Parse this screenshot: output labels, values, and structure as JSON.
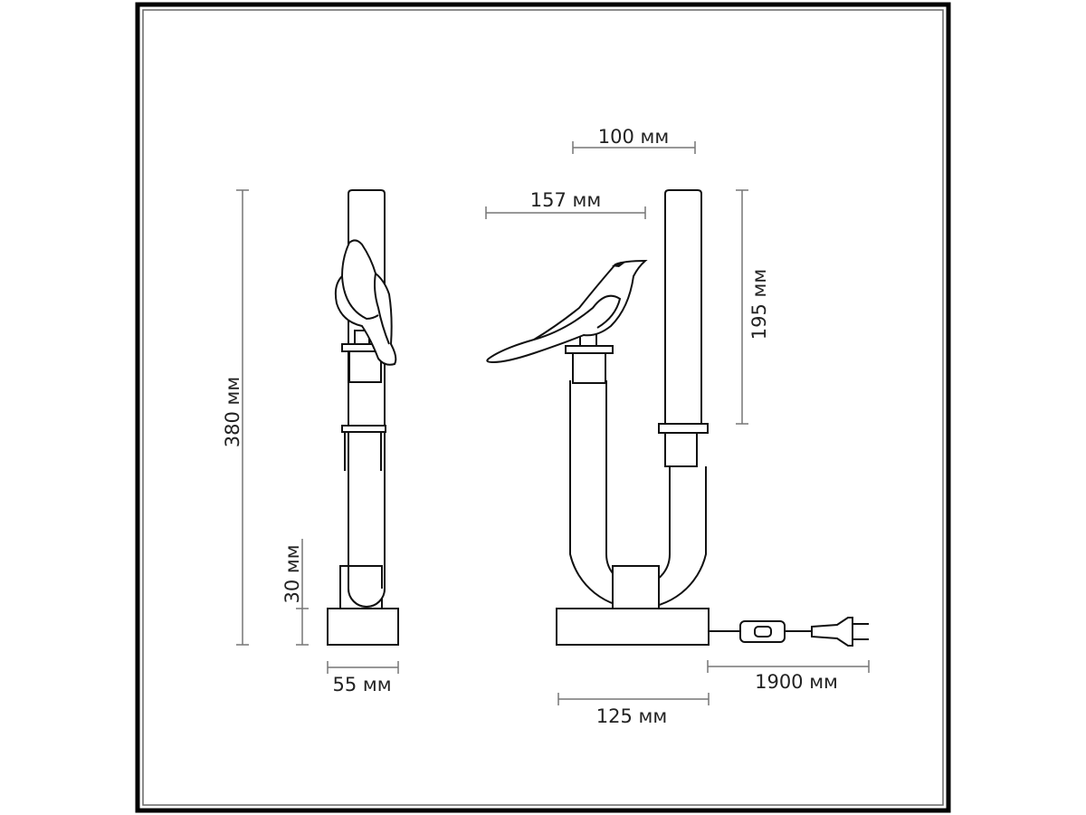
{
  "dimensions": {
    "height_total": "380 мм",
    "base_height": "30 мм",
    "base_depth": "55 мм",
    "top_width": "100 мм",
    "bird_length": "157 мм",
    "upper_tube_height": "195 мм",
    "base_width": "125 мм",
    "cord_length": "1900 мм"
  },
  "colors": {
    "line": "#111111",
    "dimension": "#777777",
    "frame": "#000000"
  }
}
